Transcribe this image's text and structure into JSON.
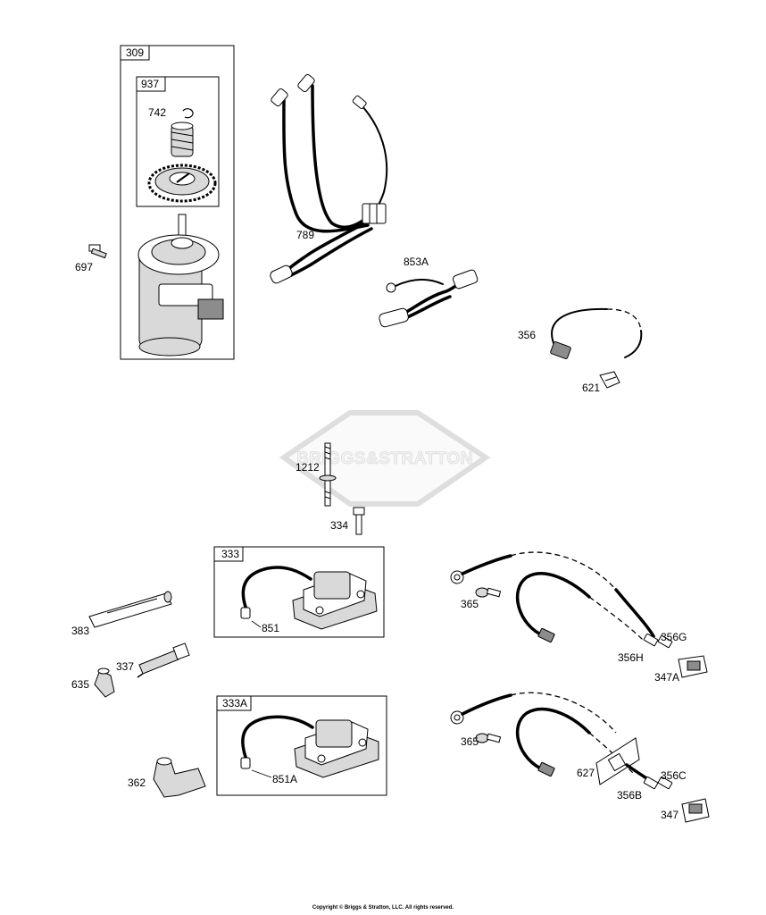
{
  "watermark": {
    "text": "BRIGGS&STRATTON"
  },
  "copyright": "Copyright © Briggs & Stratton, LLC. All rights reserved.",
  "callouts": {
    "b309": "309",
    "b937": "937",
    "c742": "742",
    "c697": "697",
    "c789": "789",
    "c853A": "853A",
    "c356": "356",
    "c621": "621",
    "c1212": "1212",
    "c334": "334",
    "b333": "333",
    "c851": "851",
    "c383": "383",
    "c337": "337",
    "c635": "635",
    "b333A": "333A",
    "c851A": "851A",
    "c362": "362",
    "c365a": "365",
    "c356G": "356G",
    "c356H": "356H",
    "c347A": "347A",
    "c365b": "365",
    "c627": "627",
    "c356C": "356C",
    "c356B": "356B",
    "c347": "347"
  }
}
